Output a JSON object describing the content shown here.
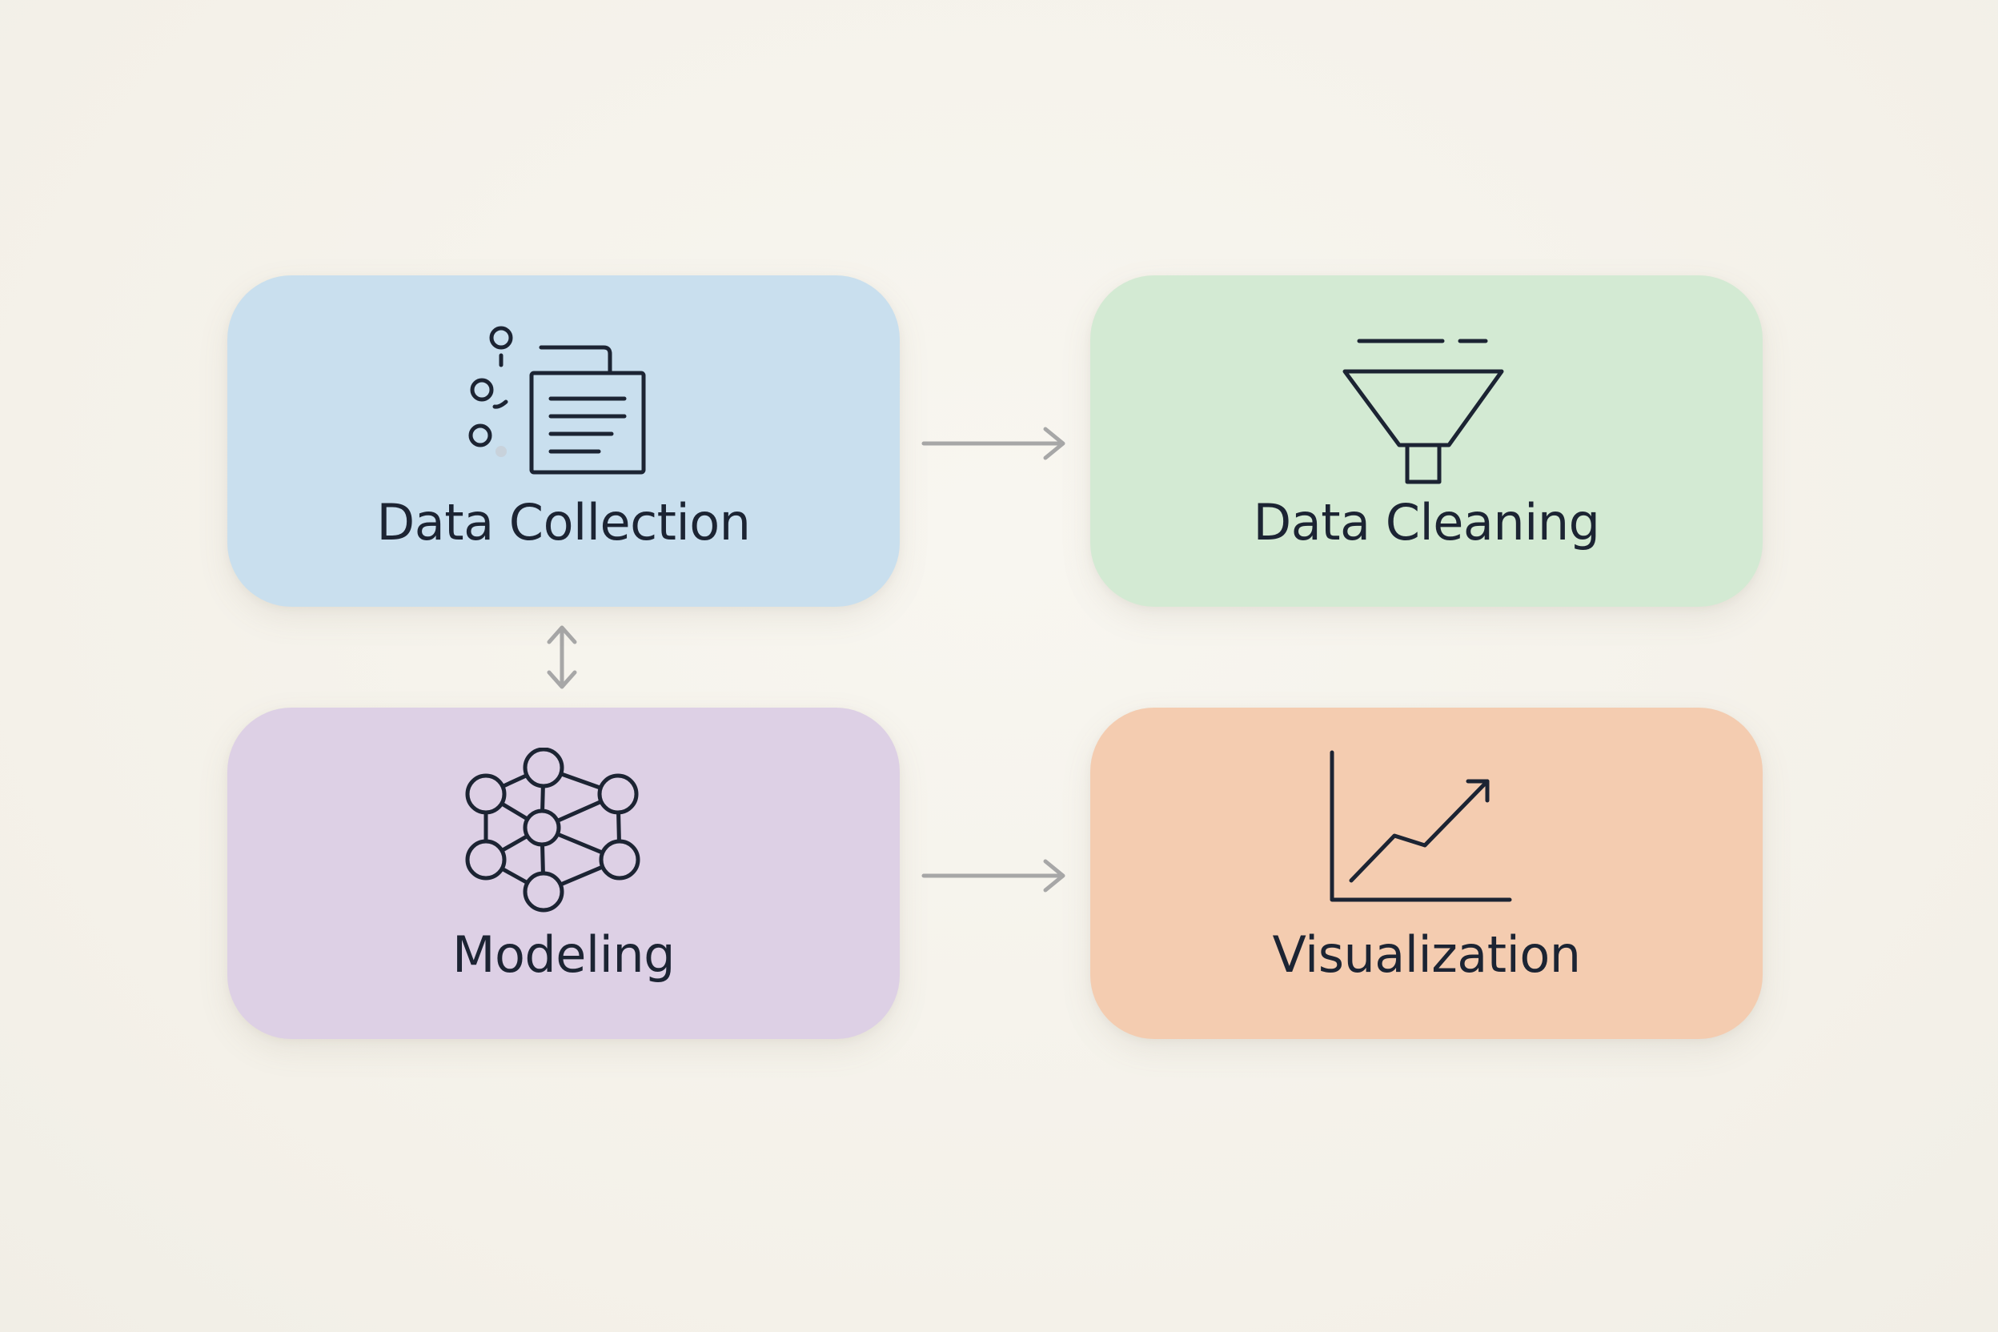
{
  "colors": {
    "background": "#f5f2ea",
    "ink": "#1c2433",
    "connector": "#a7a7a7",
    "collection": "#c9dfee",
    "cleaning": "#d3ead3",
    "modeling": "#ddd0e5",
    "visualization": "#f4ccb0"
  },
  "nodes": [
    {
      "id": "collection",
      "label": "Data Collection",
      "icon": "document-collection-icon"
    },
    {
      "id": "cleaning",
      "label": "Data Cleaning",
      "icon": "funnel-filter-icon"
    },
    {
      "id": "modeling",
      "label": "Modeling",
      "icon": "network-graph-icon"
    },
    {
      "id": "visualization",
      "label": "Visualization",
      "icon": "line-chart-icon"
    }
  ],
  "edges": [
    {
      "from": "collection",
      "to": "cleaning",
      "style": "arrow"
    },
    {
      "from": "collection",
      "to": "modeling",
      "style": "double-arrow"
    },
    {
      "from": "modeling",
      "to": "visualization",
      "style": "arrow"
    }
  ]
}
